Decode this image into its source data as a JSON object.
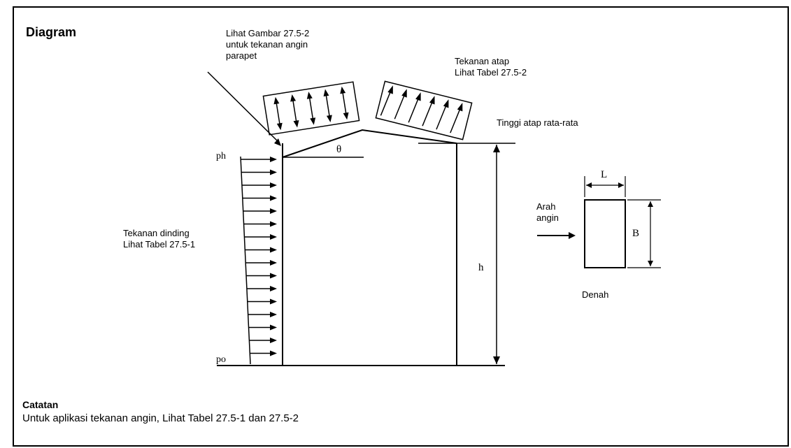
{
  "diagram": {
    "title": "Diagram",
    "parapet_note": [
      "Lihat Gambar 27.5-2",
      "untuk tekanan angin",
      "parapet"
    ],
    "roof_pressure": [
      "Tekanan atap",
      "Lihat Tabel 27.5-2"
    ],
    "mean_roof_height": "Tinggi atap rata-rata",
    "wall_pressure": [
      "Tekanan dinding",
      "Lihat Tabel 27.5-1"
    ],
    "ph_label": "ph",
    "p0_label": "po",
    "angle_label": "θ",
    "height_label": "h",
    "wind_direction": [
      "Arah",
      "angin"
    ],
    "plan_length": "L",
    "plan_width": "B",
    "plan_label": "Denah"
  },
  "notes": {
    "heading": "Catatan",
    "text": "Untuk aplikasi tekanan angin, Lihat Tabel 27.5-1 dan 27.5-2"
  }
}
